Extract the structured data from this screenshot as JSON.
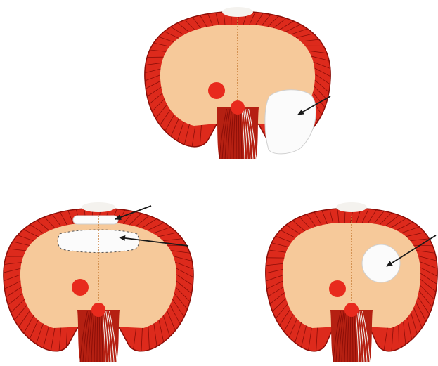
{
  "colors": {
    "background": "#ffffff",
    "muscle": "#dd2a1c",
    "muscle_dark": "#8b0e08",
    "fascia_white": "#f4f2ee",
    "central_tendon": "#f6c99a",
    "midline": "#c9803a",
    "aorta_dot": "#e82a1d",
    "crura": "#b52012",
    "defect": "#fbfbfb",
    "arrow": "#1a1a1a"
  },
  "panels": [
    {
      "id": "top",
      "defect": "posterolateral-defect",
      "arrow_count": 1
    },
    {
      "id": "bottom-left",
      "defect": "anterior-retrosternal-defect",
      "arrow_count": 2
    },
    {
      "id": "bottom-right",
      "defect": "central-tendon-defect",
      "arrow_count": 1
    }
  ]
}
